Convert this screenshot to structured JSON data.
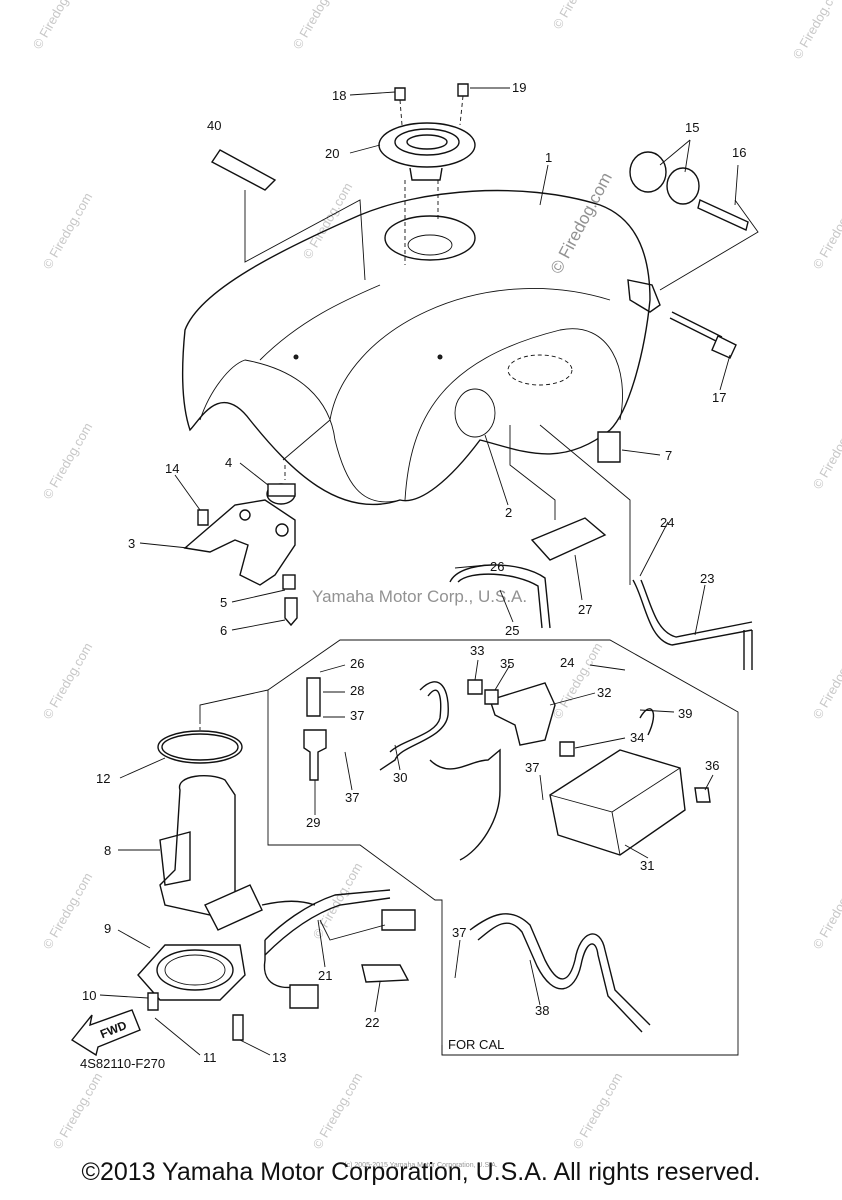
{
  "diagram": {
    "drawing_code": "4S82110-F270",
    "box_label": "FOR CAL",
    "fwd_label": "FWD",
    "watermark": "© Firedog.com",
    "tank_watermark": "Yamaha Motor Corp., U.S.A.",
    "callouts": [
      "1",
      "2",
      "3",
      "4",
      "5",
      "6",
      "7",
      "8",
      "9",
      "10",
      "11",
      "12",
      "13",
      "14",
      "15",
      "16",
      "17",
      "18",
      "19",
      "20",
      "21",
      "22",
      "23",
      "24",
      "25",
      "26",
      "27",
      "28",
      "29",
      "30",
      "31",
      "32",
      "33",
      "34",
      "35",
      "36",
      "37",
      "38",
      "39",
      "40"
    ]
  },
  "footer": {
    "copyright": "©2013 Yamaha Motor Corporation, U.S.A. All rights reserved.",
    "tiny": "(c) 2005-2015 Yamaha Motor Corporation, U.S.A."
  }
}
